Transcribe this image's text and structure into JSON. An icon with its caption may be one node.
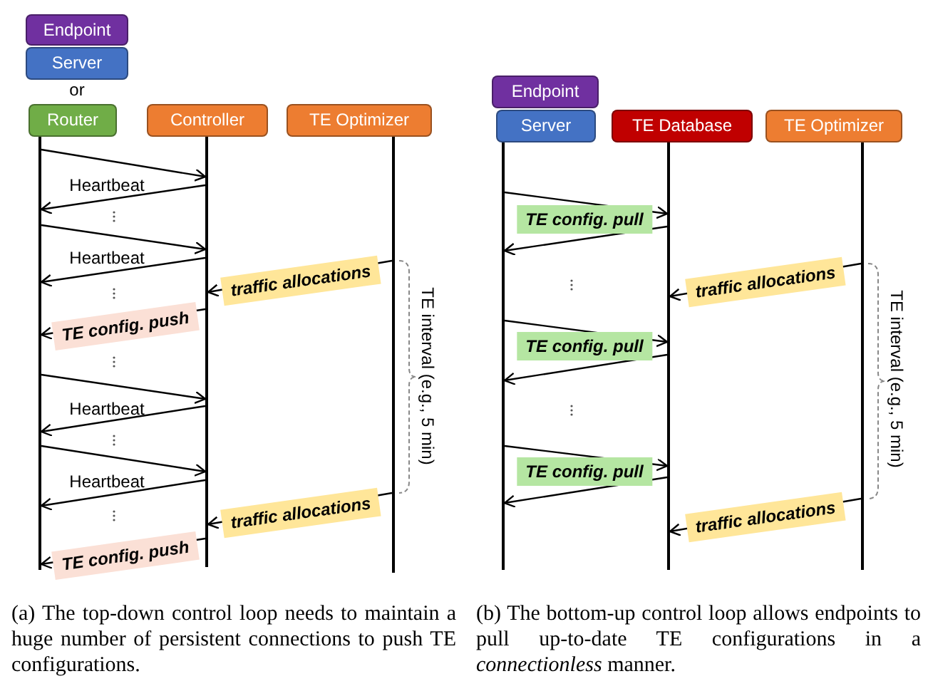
{
  "diagram": {
    "nodes": [
      {
        "text": [
          "Endpoint"
        ]
      },
      {
        "text": [
          "Server"
        ]
      },
      {
        "text": [
          "Router"
        ]
      },
      {
        "text": [
          "Controller"
        ]
      },
      {
        "text": [
          "TE Optimizer"
        ]
      },
      {
        "text": [],
        "shape": "line"
      },
      {
        "text": [],
        "shape": "line"
      },
      {
        "text": [],
        "shape": "line"
      },
      {
        "text": [
          "Endpoint"
        ]
      },
      {
        "text": [
          "Server"
        ]
      },
      {
        "text": [
          "TE Database"
        ]
      },
      {
        "text": [
          "TE Optimizer"
        ]
      },
      {
        "text": [],
        "shape": "line"
      },
      {
        "text": [],
        "shape": "line"
      },
      {
        "text": [],
        "shape": "line"
      }
    ],
    "edges": [
      {
        "from": 5,
        "to": 6,
        "arrow": "to"
      },
      {
        "from": 6,
        "to": 5,
        "arrow": "to",
        "label": "Heartbeat"
      },
      {
        "from": 5,
        "to": 6,
        "arrow": "to"
      },
      {
        "from": 6,
        "to": 5,
        "arrow": "to",
        "label": "Heartbeat"
      },
      {
        "from": 7,
        "to": 6,
        "arrow": "to",
        "label": "traffic allocations"
      },
      {
        "from": 6,
        "to": 5,
        "arrow": "to",
        "label": "TE config. push"
      },
      {
        "from": 5,
        "to": 6,
        "arrow": "to"
      },
      {
        "from": 6,
        "to": 5,
        "arrow": "to",
        "label": "Heartbeat"
      },
      {
        "from": 5,
        "to": 6,
        "arrow": "to"
      },
      {
        "from": 6,
        "to": 5,
        "arrow": "to",
        "label": "Heartbeat"
      },
      {
        "from": 7,
        "to": 6,
        "arrow": "to",
        "label": "traffic allocations"
      },
      {
        "from": 6,
        "to": 5,
        "arrow": "to",
        "label": "TE config. push"
      },
      {
        "from": 12,
        "to": 13,
        "arrow": "to",
        "label": "TE config. pull"
      },
      {
        "from": 13,
        "to": 12,
        "arrow": "to"
      },
      {
        "from": 14,
        "to": 13,
        "arrow": "to",
        "label": "traffic allocations"
      },
      {
        "from": 12,
        "to": 13,
        "arrow": "to",
        "label": "TE config. pull"
      },
      {
        "from": 13,
        "to": 12,
        "arrow": "to"
      },
      {
        "from": 12,
        "to": 13,
        "arrow": "to",
        "label": "TE config. pull"
      },
      {
        "from": 13,
        "to": 12,
        "arrow": "to"
      },
      {
        "from": 14,
        "to": 13,
        "arrow": "to",
        "label": "traffic allocations"
      }
    ],
    "labels": [
      "or",
      "TE interval (e.g., 5 min)",
      "TE interval (e.g., 5 min)",
      "(a) The top-down control loop needs to maintain a huge number of persistent connections to push TE configurations.",
      "(b) The bottom-up control loop allows endpoints to pull up-to-date TE configurations in a *connectionless* manner."
    ]
  }
}
